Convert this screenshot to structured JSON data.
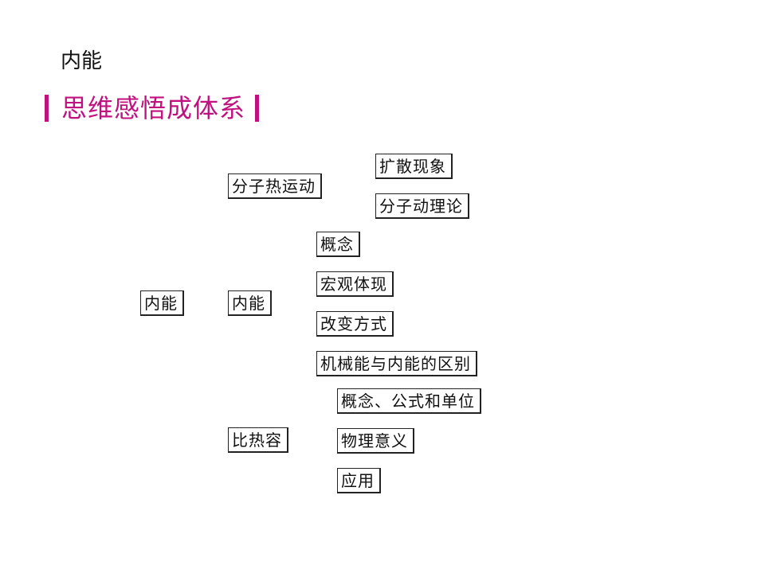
{
  "topic": "内能",
  "heading": "思维感悟成体系",
  "colors": {
    "heading": "#c0117f",
    "box_border": "#222222"
  },
  "map": {
    "root": "内能",
    "molecular_motion": {
      "label": "分子热运动",
      "children": [
        "扩散现象",
        "分子动理论"
      ]
    },
    "internal_energy": {
      "label": "内能",
      "children": [
        "概念",
        "宏观体现",
        "改变方式",
        "机械能与内能的区别"
      ]
    },
    "specific_heat": {
      "label": "比热容",
      "children": [
        "概念、公式和单位",
        "物理意义",
        "应用"
      ]
    }
  }
}
